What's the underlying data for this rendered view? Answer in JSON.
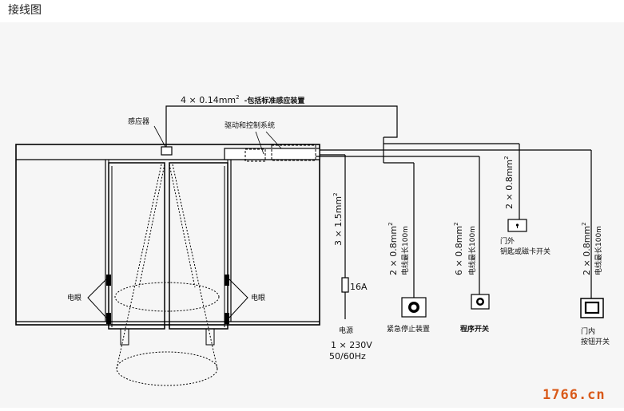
{
  "page": {
    "title": "接线图"
  },
  "diagram": {
    "top_cable": {
      "spec": "4 × 0.14mm",
      "sup": "2",
      "desc": "-包括标准感应装置"
    },
    "sensor_label": "感应器",
    "drive_label": "驱动和控制系统",
    "photo_eye_left": "电眼",
    "photo_eye_right": "电眼",
    "power": {
      "cable": "3 × 1.5mm",
      "sup": "2",
      "fuse": "16A",
      "label": "电源",
      "voltage": "1 × 230V",
      "freq": "50/60Hz"
    },
    "emergency": {
      "cable": "2 × 0.8mm",
      "sup": "2",
      "max_len": "电线最长100m",
      "label": "紧急停止装置"
    },
    "program": {
      "cable": "6 × 0.8mm",
      "sup": "2",
      "max_len": "电线最长100m",
      "label": "程序开关"
    },
    "key_switch": {
      "cable": "2 × 0.8mm",
      "sup": "2",
      "label_1": "门外",
      "label_2": "钥匙或磁卡开关"
    },
    "inner_button": {
      "cable": "2 × 0.8mm",
      "sup": "2",
      "max_len": "电线最长100m",
      "label_1": "门内",
      "label_2": "按钮开关"
    }
  },
  "watermark": "1766.cn"
}
